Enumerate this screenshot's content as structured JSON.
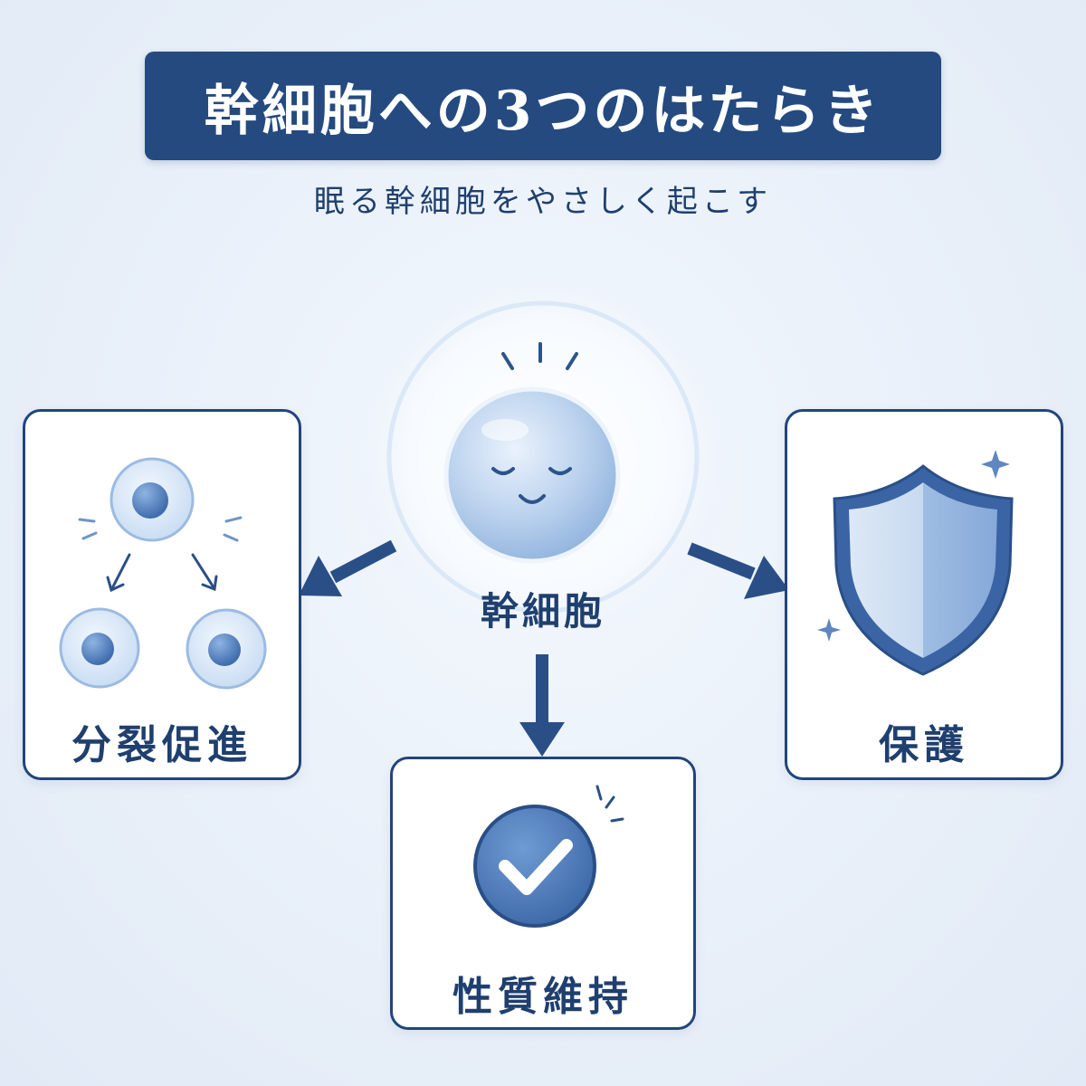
{
  "title": "幹細胞への3つのはたらき",
  "subtitle": "眠る幹細胞をやさしく起こす",
  "center": {
    "label": "幹細胞"
  },
  "cards": {
    "left": {
      "label": "分裂促進"
    },
    "bottom": {
      "label": "性質維持"
    },
    "right": {
      "label": "保護"
    }
  },
  "colors": {
    "navy": "#22457a",
    "banner": "#244a80",
    "cell_blue": "#5f8cc6",
    "light_blue": "#cfe0f4",
    "background": "#e9f0f9"
  }
}
